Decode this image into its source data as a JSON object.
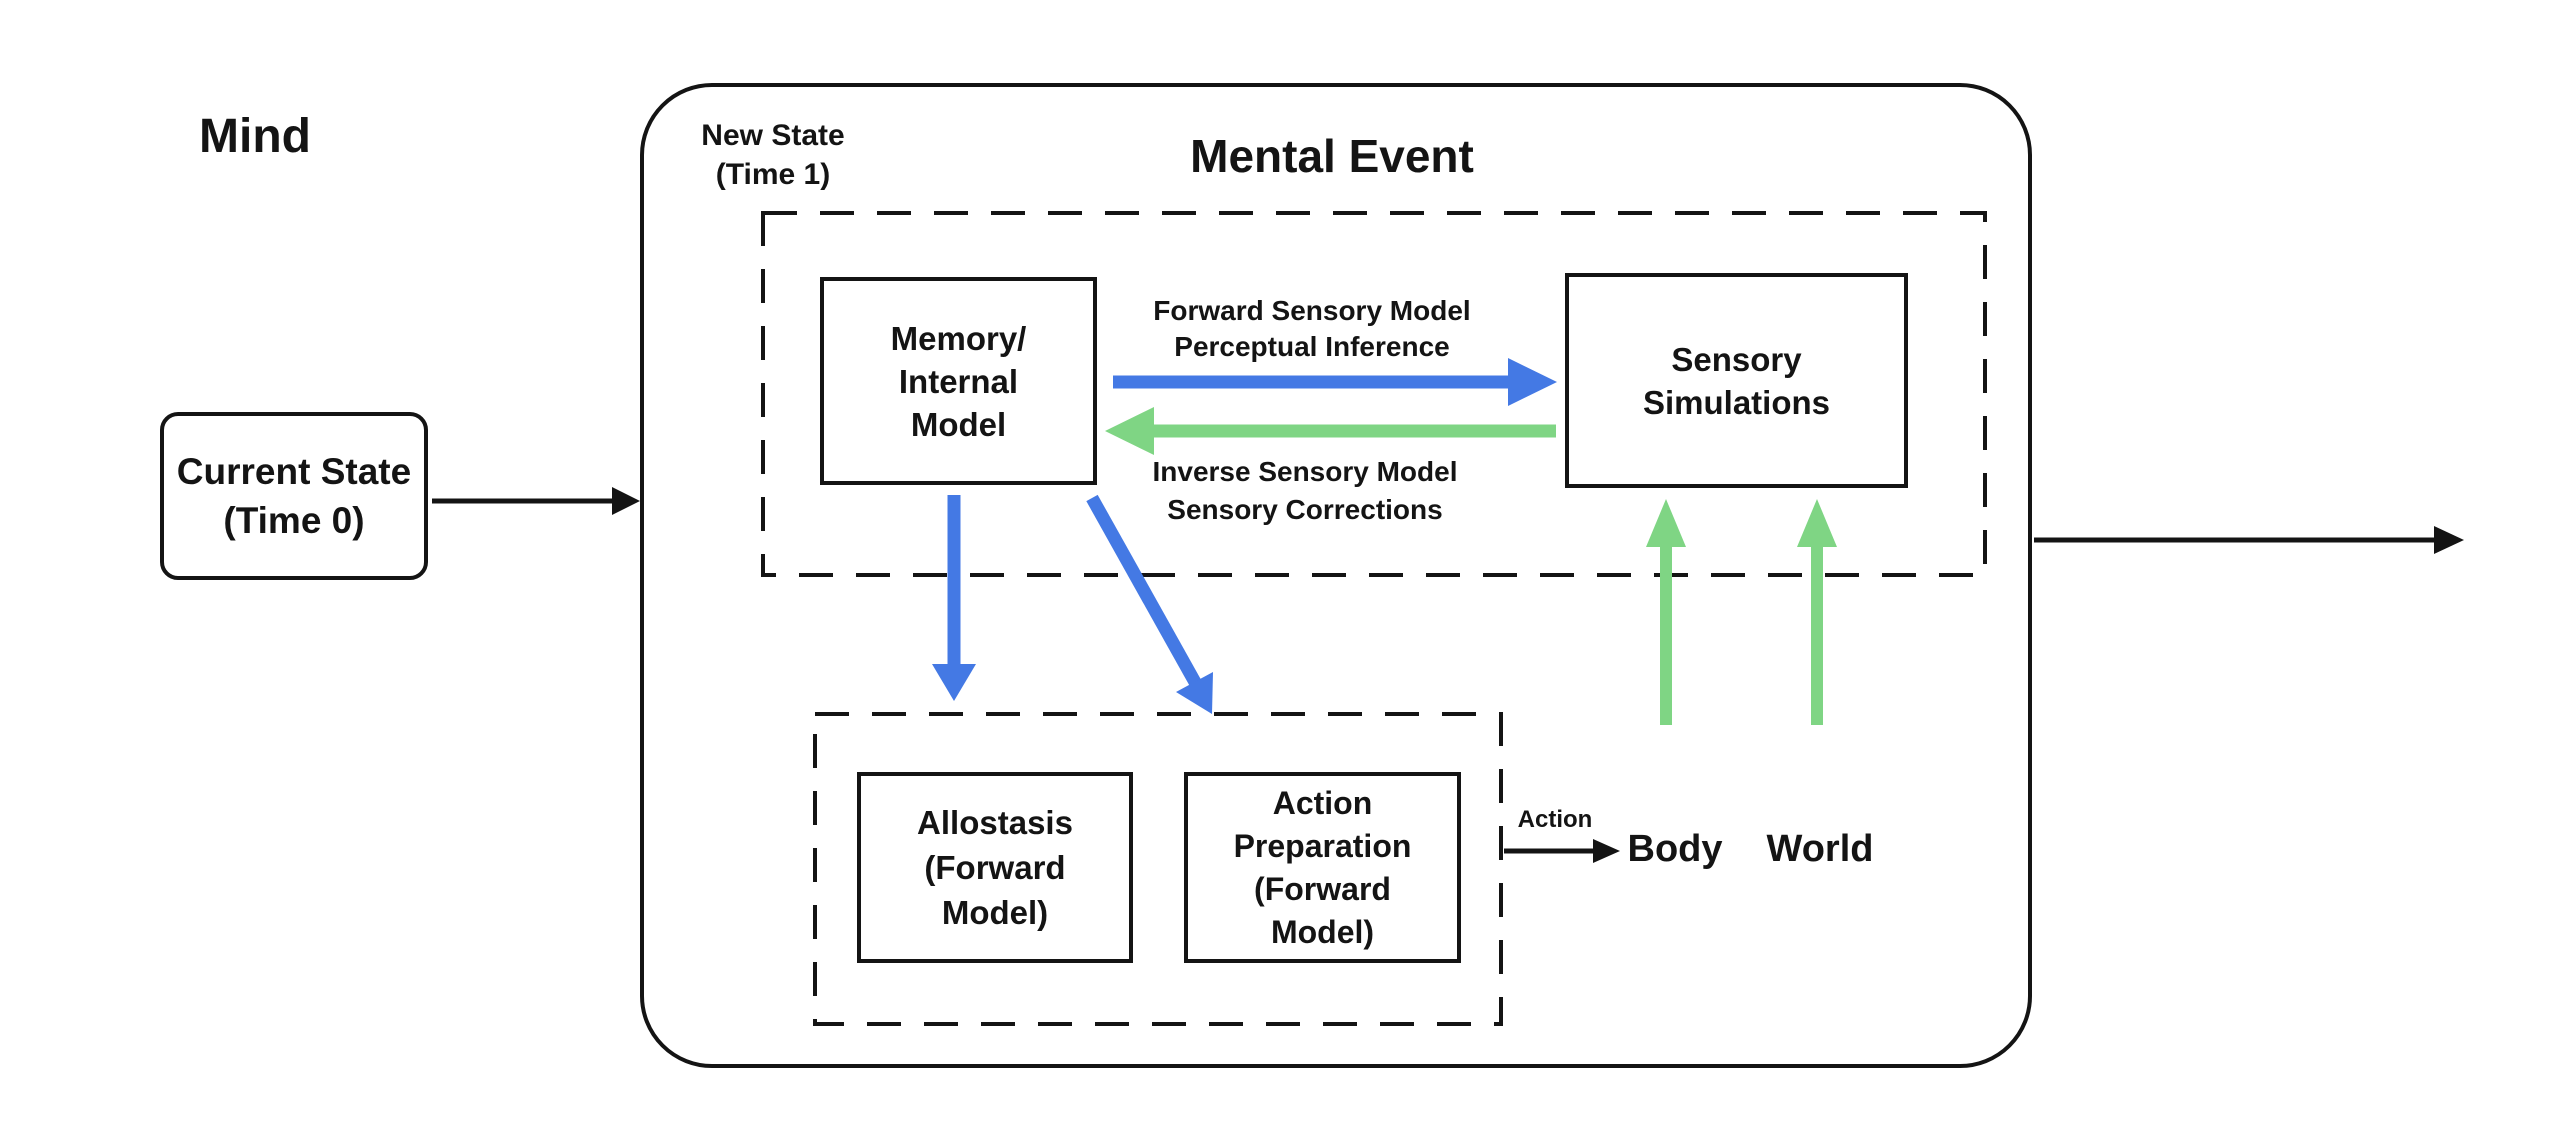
{
  "colors": {
    "ink": "#141414",
    "blue": "#4479e4",
    "green": "#7fd584",
    "background": "#ffffff"
  },
  "labels": {
    "mind": "Mind",
    "mental_event_title": "Mental Event",
    "new_state": [
      "New State",
      "(Time 1)"
    ],
    "current_state": [
      "Current State",
      "(Time 0)"
    ],
    "memory": [
      "Memory/",
      "Internal",
      "Model"
    ],
    "sensory": [
      "Sensory",
      "Simulations"
    ],
    "forward": [
      "Forward Sensory Model",
      "Perceptual Inference"
    ],
    "inverse": [
      "Inverse Sensory Model",
      "Sensory Corrections"
    ],
    "allostasis": [
      "Allostasis",
      "(Forward",
      "Model)"
    ],
    "action_preparation": [
      "Action",
      "Preparation",
      "(Forward",
      "Model)"
    ],
    "action": "Action",
    "body": "Body",
    "world": "World"
  }
}
